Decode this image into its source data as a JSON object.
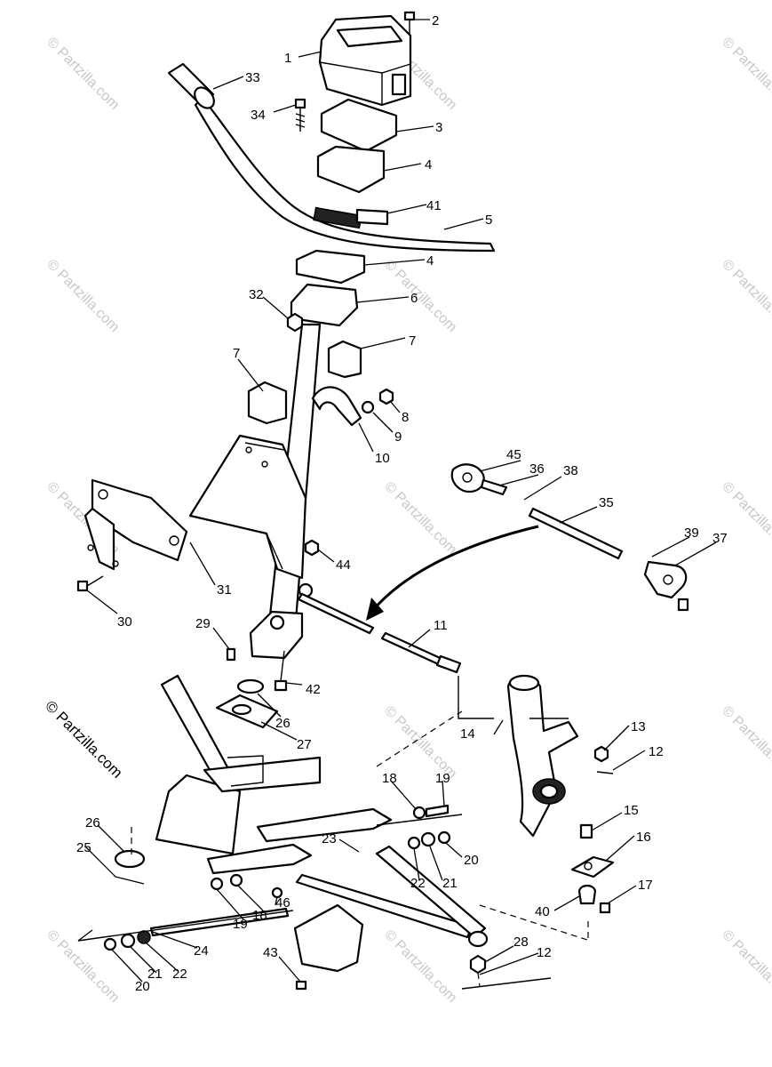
{
  "diagram": {
    "copyright": "© Partzilla.com",
    "watermark_text": "© Partzilla.com",
    "callouts": [
      {
        "id": "c1",
        "text": "1"
      },
      {
        "id": "c2",
        "text": "2"
      },
      {
        "id": "c3",
        "text": "3"
      },
      {
        "id": "c4a",
        "text": "4"
      },
      {
        "id": "c4b",
        "text": "4"
      },
      {
        "id": "c5",
        "text": "5"
      },
      {
        "id": "c6",
        "text": "6"
      },
      {
        "id": "c7a",
        "text": "7"
      },
      {
        "id": "c7b",
        "text": "7"
      },
      {
        "id": "c8",
        "text": "8"
      },
      {
        "id": "c9",
        "text": "9"
      },
      {
        "id": "c10",
        "text": "10"
      },
      {
        "id": "c11",
        "text": "11"
      },
      {
        "id": "c12a",
        "text": "12"
      },
      {
        "id": "c12b",
        "text": "12"
      },
      {
        "id": "c13",
        "text": "13"
      },
      {
        "id": "c14",
        "text": "14"
      },
      {
        "id": "c15",
        "text": "15"
      },
      {
        "id": "c16",
        "text": "16"
      },
      {
        "id": "c17",
        "text": "17"
      },
      {
        "id": "c18a",
        "text": "18"
      },
      {
        "id": "c18b",
        "text": "18"
      },
      {
        "id": "c19a",
        "text": "19"
      },
      {
        "id": "c19b",
        "text": "19"
      },
      {
        "id": "c20a",
        "text": "20"
      },
      {
        "id": "c20b",
        "text": "20"
      },
      {
        "id": "c21a",
        "text": "21"
      },
      {
        "id": "c21b",
        "text": "21"
      },
      {
        "id": "c22a",
        "text": "22"
      },
      {
        "id": "c22b",
        "text": "22"
      },
      {
        "id": "c23",
        "text": "23"
      },
      {
        "id": "c24",
        "text": "24"
      },
      {
        "id": "c25",
        "text": "25"
      },
      {
        "id": "c26a",
        "text": "26"
      },
      {
        "id": "c26b",
        "text": "26"
      },
      {
        "id": "c27",
        "text": "27"
      },
      {
        "id": "c28",
        "text": "28"
      },
      {
        "id": "c29",
        "text": "29"
      },
      {
        "id": "c30",
        "text": "30"
      },
      {
        "id": "c31",
        "text": "31"
      },
      {
        "id": "c32",
        "text": "32"
      },
      {
        "id": "c33",
        "text": "33"
      },
      {
        "id": "c34",
        "text": "34"
      },
      {
        "id": "c35",
        "text": "35"
      },
      {
        "id": "c36",
        "text": "36"
      },
      {
        "id": "c37",
        "text": "37"
      },
      {
        "id": "c38",
        "text": "38"
      },
      {
        "id": "c39",
        "text": "39"
      },
      {
        "id": "c40",
        "text": "40"
      },
      {
        "id": "c41",
        "text": "41"
      },
      {
        "id": "c42",
        "text": "42"
      },
      {
        "id": "c43",
        "text": "43"
      },
      {
        "id": "c44",
        "text": "44"
      },
      {
        "id": "c45",
        "text": "45"
      },
      {
        "id": "c46",
        "text": "46"
      }
    ]
  }
}
